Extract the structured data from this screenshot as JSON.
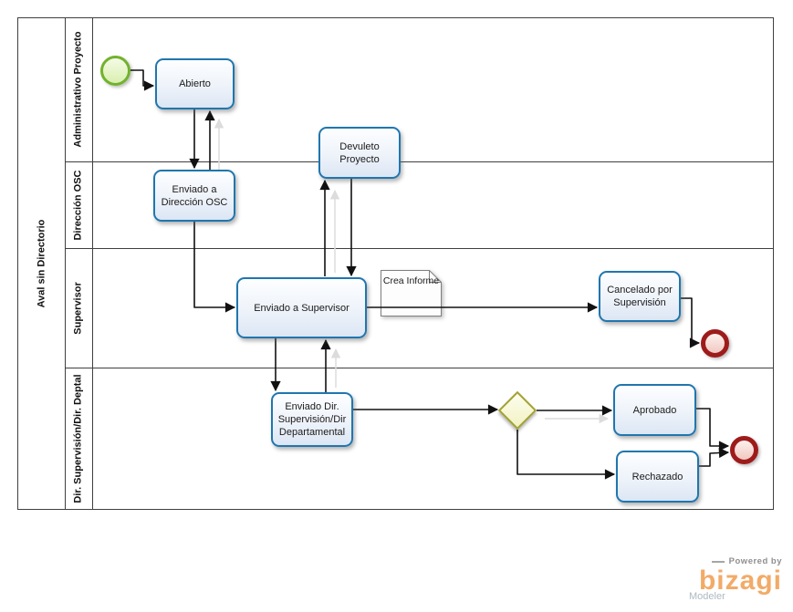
{
  "pool": {
    "title": "Aval sin Directorio",
    "lanes": [
      {
        "label": "Administrativo Proyecto"
      },
      {
        "label": "Dirección OSC"
      },
      {
        "label": "Supervisor"
      },
      {
        "label": "Dir. Supervisión/Dir. Deptal"
      }
    ]
  },
  "nodes": {
    "abierto": {
      "label": "Abierto"
    },
    "enviado_osc": {
      "label": "Enviado a\nDirección OSC"
    },
    "devuleto": {
      "label": "Devuleto\nProyecto"
    },
    "enviado_supervisor": {
      "label": "Enviado a Supervisor"
    },
    "crea_informe": {
      "label": "Crea Informe"
    },
    "cancelado": {
      "label": "Cancelado por\nSupervisión"
    },
    "enviado_dir": {
      "label": "Enviado Dir.\nSupervisión/Dir\nDepartamental"
    },
    "aprobado": {
      "label": "Aprobado"
    },
    "rechazado": {
      "label": "Rechazado"
    }
  },
  "branding": {
    "powered_by": "Powered by",
    "logo": "bizagi",
    "product": "Modeler"
  },
  "colors": {
    "task_border": "#2076ae",
    "task_fill_bottom": "#dce6f4",
    "start_event_border": "#72b22c",
    "end_event_border": "#9e1b1b",
    "gateway_border": "#a2a233",
    "connector": "#111111",
    "connector_shadow": "#dcdcdc",
    "lane_border": "#3f3f3f",
    "logo_orange": "#f2ab68",
    "logo_gray": "#8f8f8f"
  }
}
